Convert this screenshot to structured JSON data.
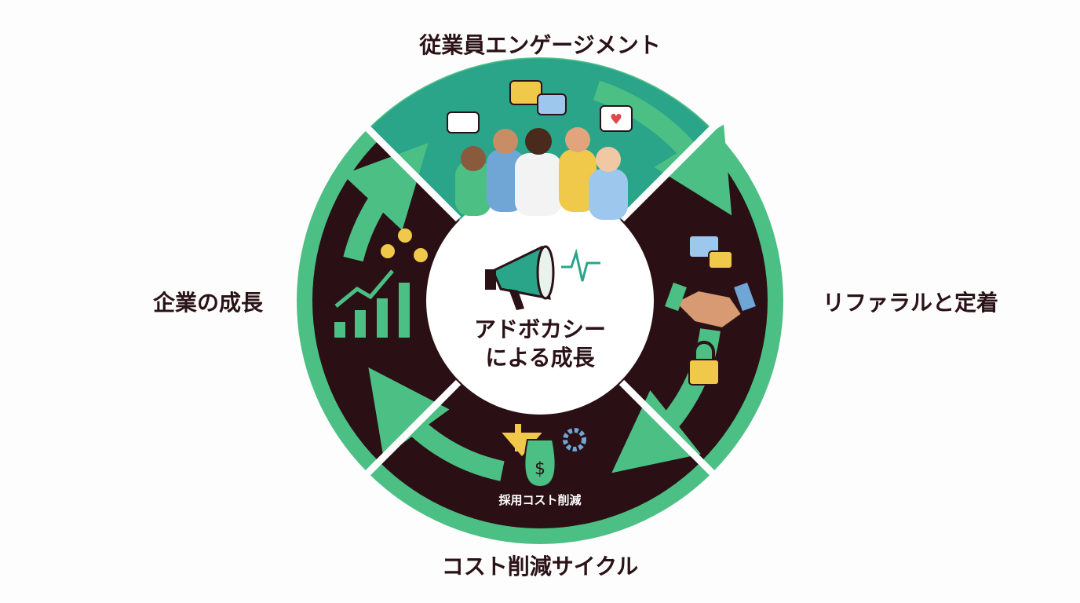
{
  "labels": {
    "top": "従業員エンゲージメント",
    "left": "企業の成長",
    "right": "リファラルと定着",
    "bottom": "コスト削減サイクル"
  },
  "center": {
    "line1": "アドボカシー",
    "line2": "による成長"
  },
  "bottom_caption": "採用コスト削減",
  "colors": {
    "dark": "#2a0f14",
    "green": "#4cbf84",
    "teal": "#2aa58a",
    "text": "#2a1216"
  }
}
